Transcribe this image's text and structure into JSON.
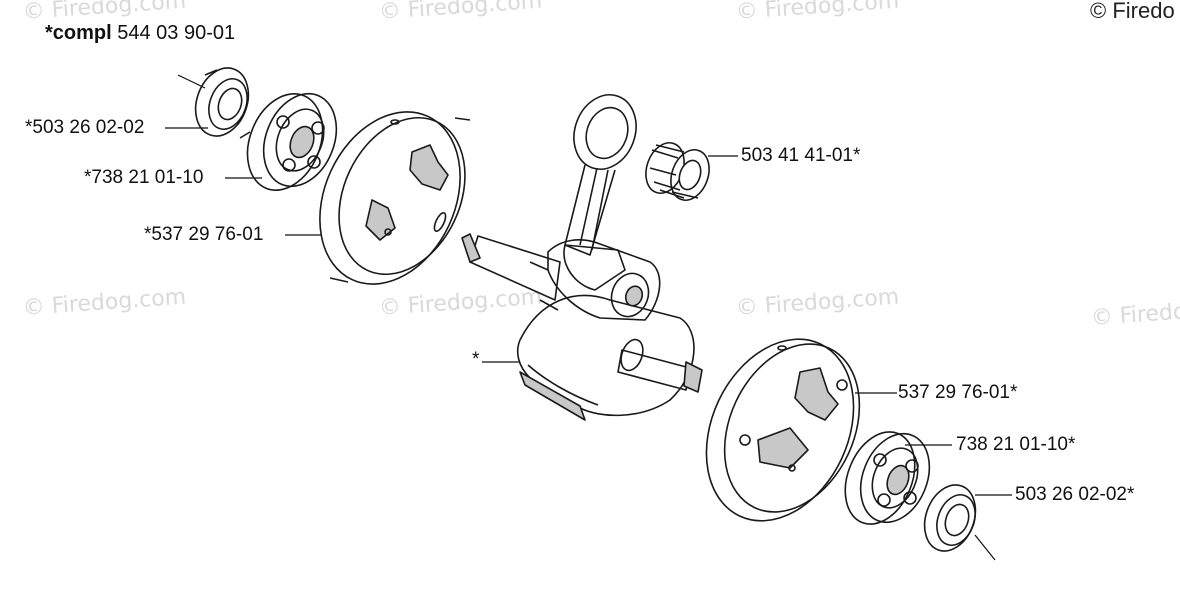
{
  "watermark": {
    "text": "© Firedog.com",
    "edge_text": "© Firedo"
  },
  "title": {
    "bold": "*compl",
    "number": "544 03 90-01"
  },
  "labels": {
    "seal_left": "*503 26 02-02",
    "bearing_left": "*738 21 01-10",
    "flywheel_half_left": "*537 29 76-01",
    "needle_bearing": "503 41 41-01*",
    "crankshaft": "*",
    "flywheel_half_right": "537 29 76-01*",
    "bearing_right": "738 21 01-10*",
    "seal_right": "503 26 02-02*"
  }
}
